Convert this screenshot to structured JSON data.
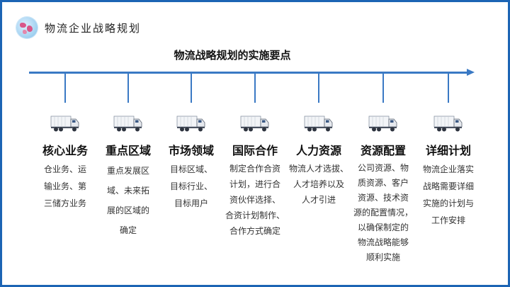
{
  "header": {
    "title": "物流企业战略规划"
  },
  "main_title": "物流战略规划的实施要点",
  "items": [
    {
      "heading": "核心业务",
      "lines": [
        "仓业务、运",
        "输业务、第",
        "三储方业务"
      ]
    },
    {
      "heading": "重点区域",
      "lines": [
        "重点发展区",
        "域、未来拓",
        "展的区域的",
        "确定"
      ]
    },
    {
      "heading": "市场领域",
      "lines": [
        "目标区域、",
        "目标行业、",
        "目标用户"
      ]
    },
    {
      "heading": "国际合作",
      "lines": [
        "制定合作合资",
        "计划，进行合",
        "资伙伴选择、",
        "合资计划制作、",
        "合作方式确定"
      ]
    },
    {
      "heading": "人力资源",
      "lines": [
        "物流人才选拔、",
        "人才培养以及",
        "人才引进"
      ]
    },
    {
      "heading": "资源配置",
      "lines": [
        "公司资源、物",
        "质资源、客户",
        "资源、技术资",
        "源的配置情况，",
        "以确保制定的",
        "物流战略能够",
        "顺利实施"
      ]
    },
    {
      "heading": "详细计划",
      "lines": [
        "物流企业落实",
        "战略需要详细",
        "实施的计划与",
        "工作安排"
      ]
    }
  ],
  "colors": {
    "frame": "#1c64b4",
    "timeline": "#3a79c4"
  },
  "icons": {
    "logo": "logo-emblem",
    "item": "truck-icon"
  }
}
